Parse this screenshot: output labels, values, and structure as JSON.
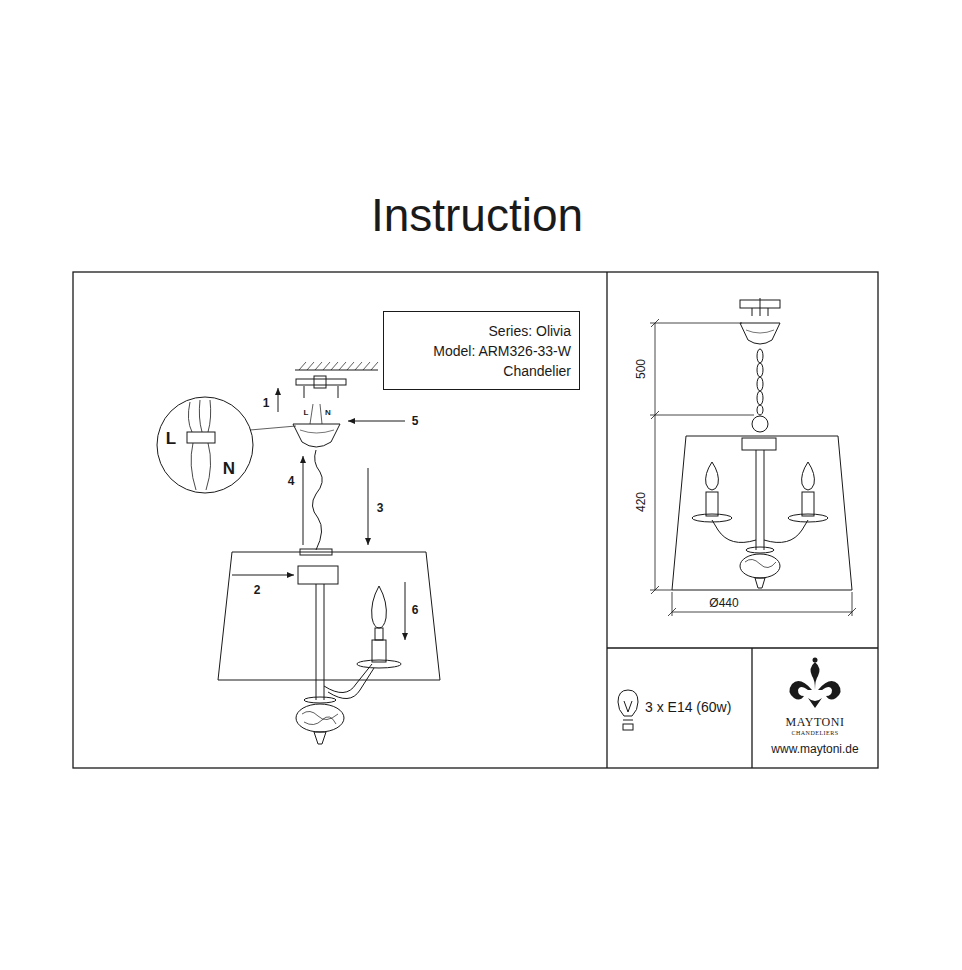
{
  "diagram": {
    "title": "Instruction",
    "nodes": [
      {
        "text": [
          "Series: Olivia",
          "Model: ARM326-33-W",
          "Chandelier"
        ]
      }
    ],
    "labels": [
      "1",
      "5",
      "L",
      "N",
      "L",
      "N",
      "4",
      "3",
      "2",
      "6",
      "500",
      "420",
      "Ø440",
      "3 x E14 (60w)",
      "MAYTONI",
      "CHANDELIERS",
      "www.maytoni.de"
    ]
  }
}
